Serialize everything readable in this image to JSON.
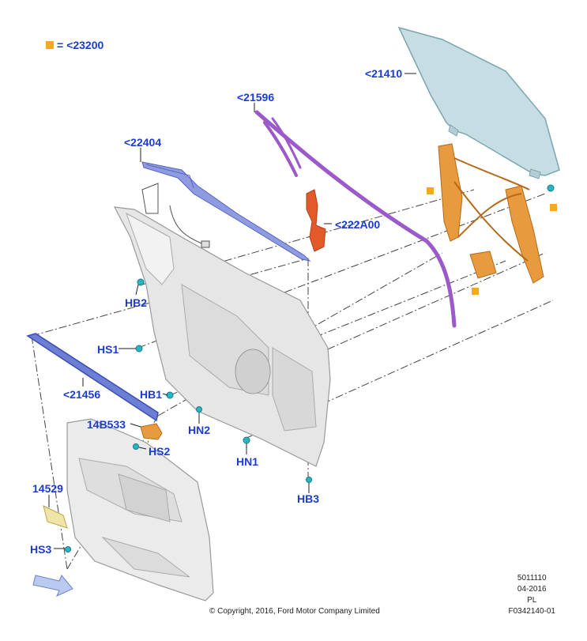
{
  "legend": {
    "equals": "=",
    "code": "<23200"
  },
  "callouts": {
    "glass": "<21410",
    "run_channel": "<21596",
    "weatherstrip_upper": "<22404",
    "bracket": "<222A00",
    "hb2": "HB2",
    "hs1": "HS1",
    "weatherstrip_lower": "<21456",
    "hb1": "HB1",
    "hn2": "HN2",
    "part_14b533": "14B533",
    "hs2": "HS2",
    "hn1": "HN1",
    "hb3": "HB3",
    "part_14529": "14529",
    "hs3": "HS3"
  },
  "meta": {
    "line1": "5011110",
    "line2": "04-2016",
    "line3": "PL",
    "line4": "F0342140-01"
  },
  "copyright": "© Copyright, 2016, Ford Motor Company Limited",
  "colors": {
    "callout": "#1a3bd6",
    "marker": "#f5a623",
    "glass": "#c5dde3",
    "channel": "#9b59c9",
    "strip": "#6b7fd6",
    "regulator": "#e08a2a",
    "bracket": "#e25a2a",
    "panel": "#e6e6e6",
    "fastener": "#29b5c2"
  }
}
